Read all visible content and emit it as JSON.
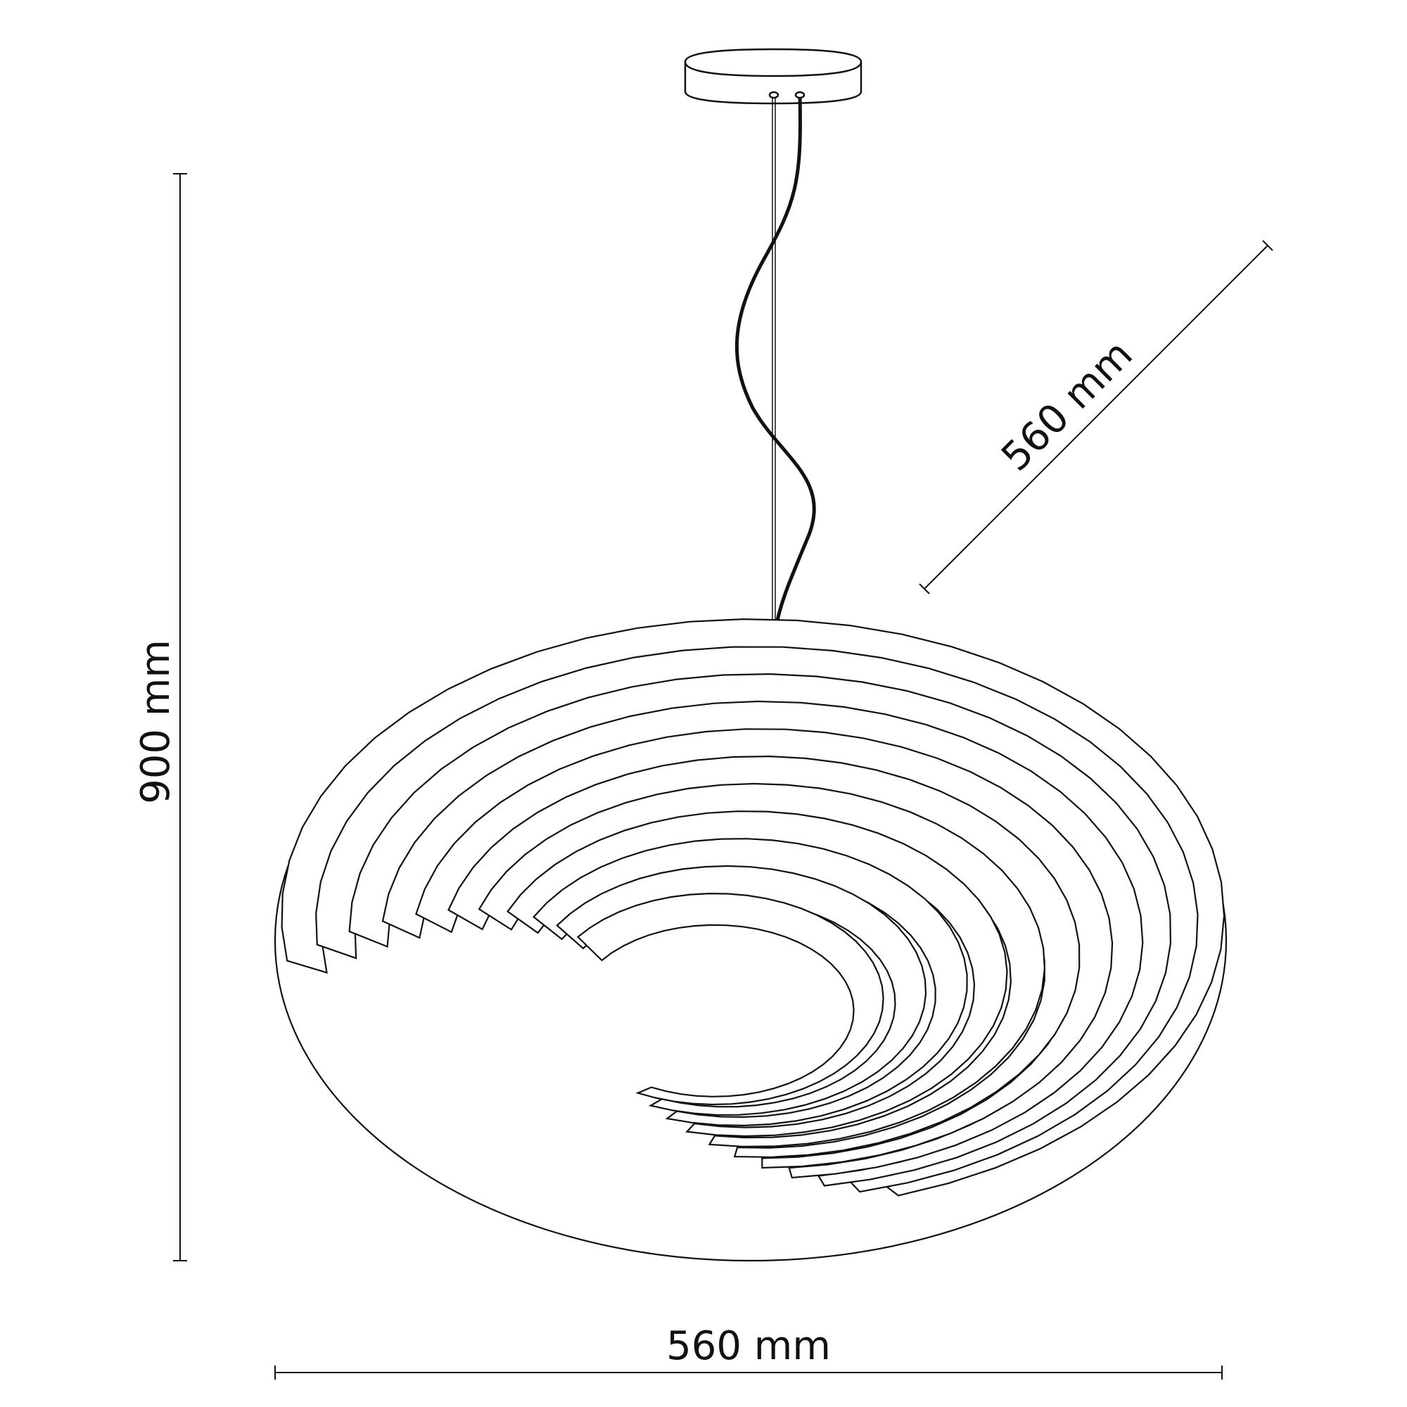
{
  "dimensions": {
    "height_label": "900 mm",
    "width_label": "560 mm",
    "depth_label": "560 mm"
  },
  "colors": {
    "line": "#111111",
    "background": "#ffffff"
  }
}
